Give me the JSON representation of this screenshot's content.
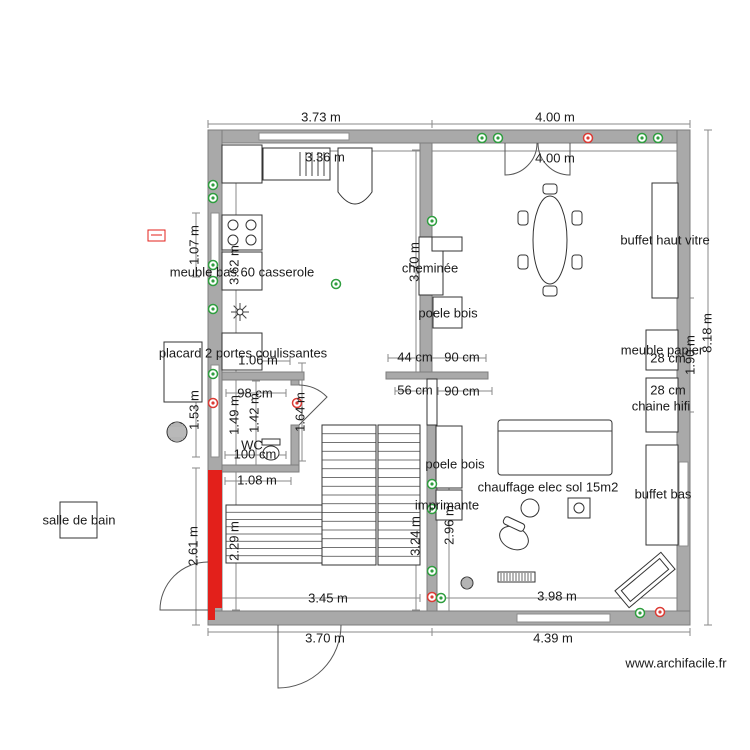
{
  "colors": {
    "wall": "#a9a9a9",
    "highlight_wall": "#e3201b",
    "outlet": "#2f9e3f",
    "outlet_alert": "#dc3b35"
  },
  "dimensions": {
    "top_outer_left": "3.73 m",
    "top_outer_right": "4.00 m",
    "top_inner_left": "3.36 m",
    "top_inner_right": "4.00 m",
    "left_outer_1": "1.07 m",
    "left_outer_2": "1.53 m",
    "left_outer_3": "2.61 m",
    "kitchen_height": "3.62 m",
    "wc_height_1": "1.49 m",
    "wc_height_2": "1.42 m",
    "wc_door_side": "1.64 m",
    "stair_height": "2.29 m",
    "chimney_wall": "3.70 m",
    "middle_wall_lower": "3.24 m",
    "office_height": "2.96 m",
    "right_outer": "8.18 m",
    "right_inner": "1.90 m",
    "placard_width": "1.06 m",
    "wc_width_top": "98 cm",
    "wc_width_bottom": "100 cm",
    "wc_outer_width": "1.08 m",
    "partition_left_top": "44 cm",
    "partition_right_top": "90 cm",
    "partition_left_bottom": "56 cm",
    "partition_right_bottom": "90 cm",
    "meuble_papier_depth": "28 cm",
    "chaine_hifi_depth": "28 cm",
    "bottom_inner_left": "3.45 m",
    "bottom_inner_right": "3.98 m",
    "bottom_outer_left": "3.70 m",
    "bottom_outer_right": "4.39 m"
  },
  "labels": {
    "meuble_bas": "meuble bas 60 casserole",
    "cheminee": "cheminée",
    "buffet_haut": "buffet haut vitre",
    "poele_bois_1": "poele bois",
    "placard": "placard 2 portes coulissantes",
    "meuble_papier": "meuble papier",
    "chaine_hifi": "chaine hifi",
    "wc": "WC",
    "poele_bois_2": "poele bois",
    "chauffage": "chauffage elec sol 15m2",
    "buffet_bas": "buffet bas",
    "imprimante": "imprimante",
    "salle_de_bain": "salle de bain"
  },
  "footer": {
    "watermark": "www.archifacile.fr"
  }
}
